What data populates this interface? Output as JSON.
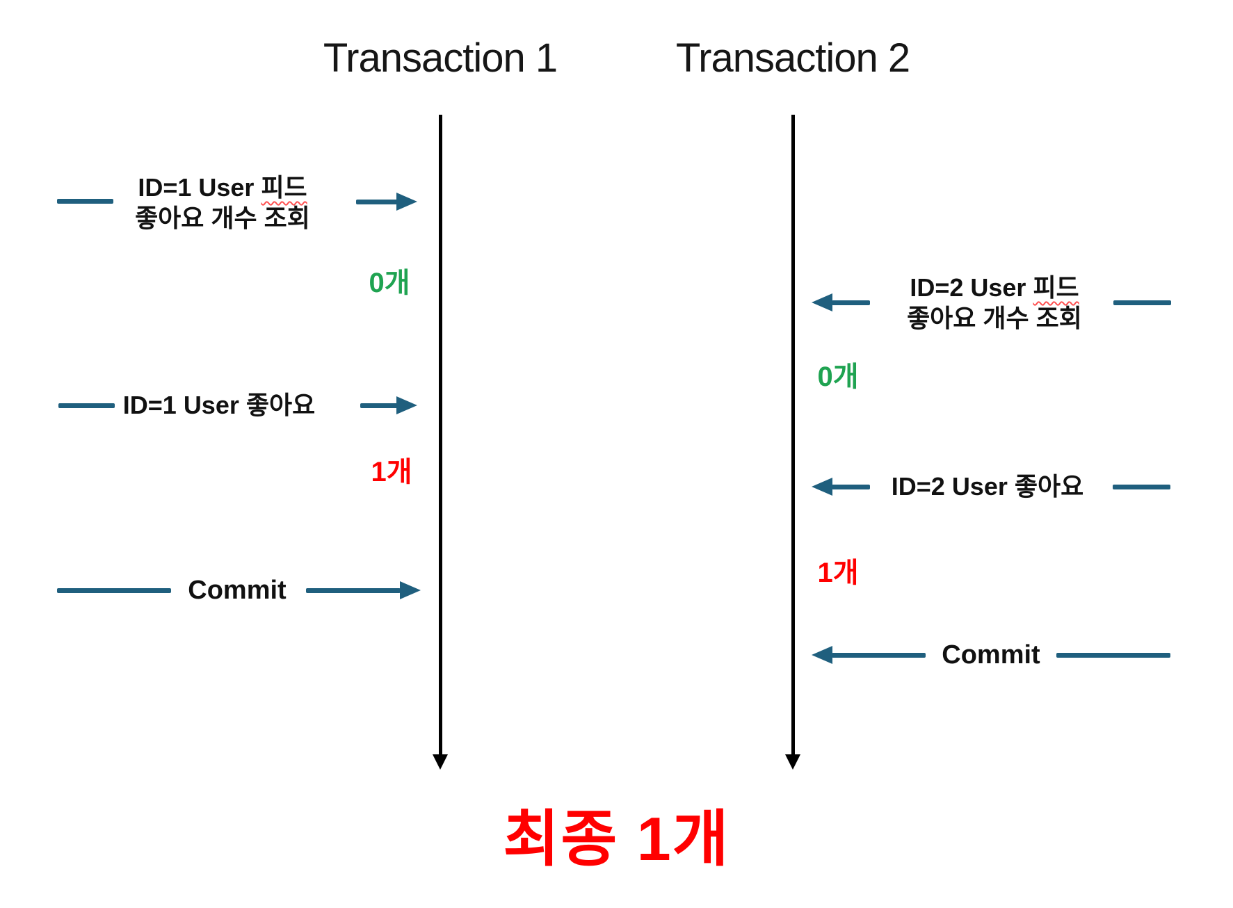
{
  "diagram": {
    "columns": [
      {
        "title": "Transaction 1",
        "events": {
          "query": {
            "line1_prefix": "ID=1 User",
            "line1_underlined": "피드",
            "line2": "좋아요 개수 조회"
          },
          "query_result": "0개",
          "like_label": "ID=1 User 좋아요",
          "like_result": "1개",
          "commit_label": "Commit"
        }
      },
      {
        "title": "Transaction 2",
        "events": {
          "query": {
            "line1_prefix": "ID=2 User",
            "line1_underlined": "피드",
            "line2": "좋아요 개수 조회"
          },
          "query_result": "0개",
          "like_label": "ID=2 User 좋아요",
          "like_result": "1개",
          "commit_label": "Commit"
        }
      }
    ],
    "final_label": "최종 1개",
    "colors": {
      "arrow_teal": "#1F5F7E",
      "timeline_black": "#000000",
      "result_zero_green": "#1FA351",
      "result_one_red": "#FF0000",
      "final_red": "#FF0000",
      "misspell_underline": "#ff5050"
    }
  }
}
